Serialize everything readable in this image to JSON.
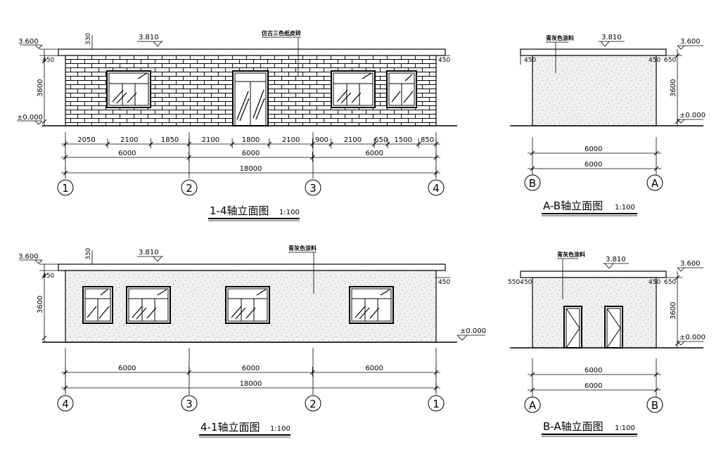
{
  "elev_1_4": {
    "title": "1-4轴立面图",
    "scale": "1:100",
    "material_label": "仿古三色纸皮砖",
    "ridge_elev": "3.810",
    "eave_elev": "3.600",
    "ground_elev": "±0.000",
    "parapet": "330",
    "left_height": "450",
    "right_height": "450",
    "wall_height": "3600",
    "dims_row1": [
      "2050",
      "2100",
      "1850",
      "2100",
      "1800",
      "2100",
      "900",
      "2100",
      "650",
      "1500",
      "850"
    ],
    "dims_row2": [
      "6000",
      "6000",
      "6000"
    ],
    "dims_total": "18000",
    "axes": [
      "1",
      "2",
      "3",
      "4"
    ]
  },
  "elev_4_1": {
    "title": "4-1轴立面图",
    "scale": "1:100",
    "material_label": "青灰色涂料",
    "ridge_elev": "3.810",
    "eave_elev": "3.600",
    "ground_elev": "±0.000",
    "parapet": "330",
    "left_height": "450",
    "right_height": "450",
    "wall_height": "3600",
    "dims_row1": [
      "6000",
      "6000",
      "6000"
    ],
    "dims_total": "18000",
    "axes": [
      "4",
      "3",
      "2",
      "1"
    ]
  },
  "elev_a_b": {
    "title": "A-B轴立面图",
    "scale": "1:100",
    "material_label": "青灰色涂料",
    "ridge_elev": "3.810",
    "eave_elev": "3.600",
    "ground_elev": "±0.000",
    "left_top": "450",
    "right_top": "450",
    "right_top2": "650",
    "wall_height": "3600",
    "dim1": "6000",
    "dim2": "6000",
    "axes": [
      "B",
      "A"
    ]
  },
  "elev_b_a": {
    "title": "B-A轴立面图",
    "scale": "1:100",
    "material_label": "青灰色涂料",
    "ridge_elev": "3.810",
    "eave_elev": "3.600",
    "ground_elev": "±0.000",
    "left_top": "550450",
    "right_top": "450",
    "right_top2": "650",
    "wall_height": "3600",
    "dim1": "6000",
    "dim2": "6000",
    "axes": [
      "A",
      "B"
    ]
  }
}
